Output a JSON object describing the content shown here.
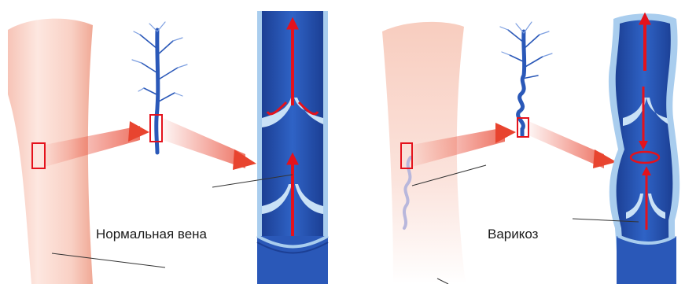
{
  "diagram": {
    "panels": [
      {
        "id": "normal",
        "label": "Нормальная вена"
      },
      {
        "id": "varicose",
        "label": "Варикоз"
      }
    ]
  },
  "colors": {
    "skin_light": "#fbe6df",
    "skin_mid": "#f6bdb0",
    "skin_dark": "#ee9a88",
    "vein_blue": "#2a58b8",
    "vein_dark": "#1c3f94",
    "vein_light": "#a9cdee",
    "valve": "#c9e1f6",
    "flow_red": "#e4121c",
    "beam_red": "#e8442f",
    "line_dark": "#333333"
  }
}
